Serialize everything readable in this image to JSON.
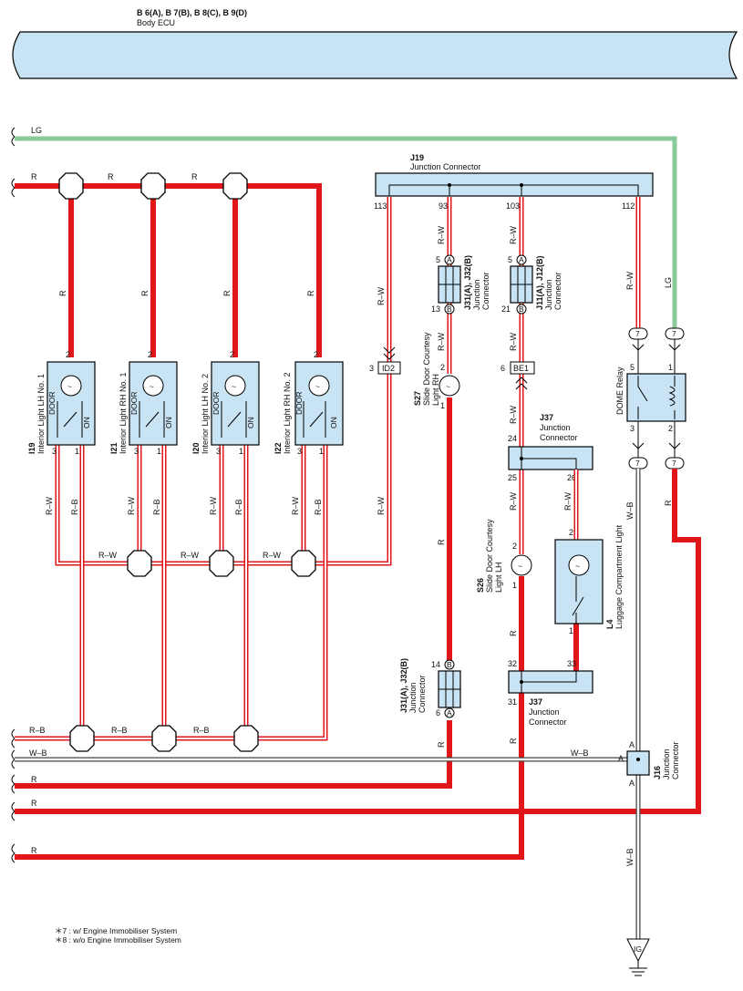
{
  "ecu": {
    "codes": "B 6(A), B 7(B), B 8(C), B 9(D)",
    "name": "Body ECU"
  },
  "wires": {
    "lg": "LG",
    "r": "R",
    "rw": "R–W",
    "rb": "R–B",
    "wb": "W–B"
  },
  "j19": {
    "code": "J19",
    "name": "Junction Connector",
    "pins": [
      "113",
      "93",
      "103",
      "112"
    ]
  },
  "lamps": [
    {
      "code": "I19",
      "name": "Interior Light LH No. 1"
    },
    {
      "code": "I21",
      "name": "Interior Light RH No. 1"
    },
    {
      "code": "I20",
      "name": "Interior Light LH No. 2"
    },
    {
      "code": "I22",
      "name": "Interior Light RH No. 2"
    }
  ],
  "lamp_pins": {
    "top": "2",
    "left": "3",
    "right": "1",
    "door": "DOOR",
    "on": "ON"
  },
  "jc_left": {
    "code": "J31(A), J32(B)",
    "name1": "Junction",
    "name2": "Connector",
    "pin_a": "5",
    "pin_b": "13",
    "letter_a": "A",
    "letter_b": "B"
  },
  "jc_right": {
    "code": "J11(A), J12(B)",
    "name1": "Junction",
    "name2": "Connector",
    "pin_a": "5",
    "pin_b": "21",
    "letter_a": "A",
    "letter_b": "B"
  },
  "jc_bottom": {
    "code": "J31(A), J32(B)",
    "name1": "Junction",
    "name2": "Connector",
    "pin_b": "14",
    "pin_a": "6",
    "letter_a": "A",
    "letter_b": "B"
  },
  "id2": {
    "pin": "3",
    "label": "ID2"
  },
  "be1": {
    "pin": "6",
    "label": "BE1"
  },
  "s27": {
    "code": "S27",
    "name1": "Slide Door Courtesy",
    "name2": "Light RH",
    "pin_top": "2",
    "pin_bottom": "1"
  },
  "s26": {
    "code": "S26",
    "name1": "Slide Door Courtesy",
    "name2": "Light LH",
    "pin_top": "2",
    "pin_bottom": "1"
  },
  "j37_top": {
    "code": "J37",
    "name1": "Junction",
    "name2": "Connector",
    "pins": [
      "24",
      "25",
      "26"
    ]
  },
  "j37_bottom": {
    "code": "J37",
    "name1": "Junction",
    "name2": "Connector",
    "pins": [
      "32",
      "33",
      "31"
    ]
  },
  "l4": {
    "code": "L4",
    "name": "Luggage Compartment Light",
    "pin_top": "2",
    "pin_bottom": "1"
  },
  "dome": {
    "name": "DOME Relay",
    "pins": [
      "5",
      "1",
      "3",
      "2"
    ],
    "conn": "7"
  },
  "j16": {
    "code": "J16",
    "name1": "Junction",
    "name2": "Connector",
    "pin": "A"
  },
  "ground": {
    "label": "IG"
  },
  "notes": [
    "＊7 : w/ Engine Immobiliser System",
    "＊8 : w/o Engine Immobiliser System"
  ]
}
